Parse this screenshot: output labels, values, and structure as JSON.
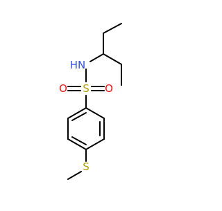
{
  "molecule": {
    "atoms": {
      "nitrogen": {
        "symbol": "N",
        "hydrogen": "H"
      },
      "sulfonyl_sulfur": "S",
      "sulfonyl_oxygen_left": "O",
      "sulfonyl_oxygen_right": "O",
      "thioether_sulfur": "S"
    }
  },
  "colors": {
    "bond": "#000000",
    "nitrogen": "#3050F8",
    "sulfur": "#B2A200",
    "oxygen": "#FF0D0D"
  }
}
